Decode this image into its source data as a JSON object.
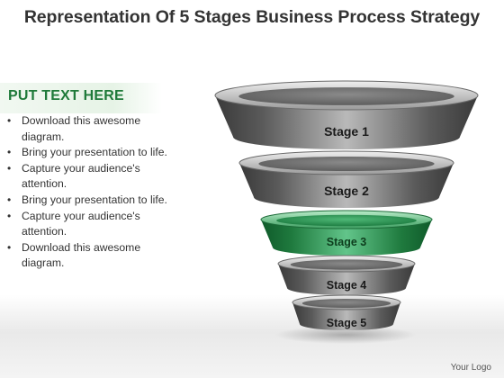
{
  "title": "Representation Of 5 Stages Business Process Strategy",
  "subheading": "PUT TEXT HERE",
  "bullets": [
    "Download this awesome diagram.",
    "Bring your presentation to life.",
    "Capture your audience's attention.",
    "Bring your presentation to life.",
    "Capture your audience's attention.",
    "Download this awesome diagram."
  ],
  "stages": [
    {
      "label": "Stage 1",
      "color": "#6b6b6b",
      "highlighted": false
    },
    {
      "label": "Stage 2",
      "color": "#6b6b6b",
      "highlighted": false
    },
    {
      "label": "Stage 3",
      "color": "#2e9a55",
      "highlighted": true
    },
    {
      "label": "Stage 4",
      "color": "#6b6b6b",
      "highlighted": false
    },
    {
      "label": "Stage 5",
      "color": "#6b6b6b",
      "highlighted": false
    }
  ],
  "logo": "Your Logo",
  "colors": {
    "heading_green": "#1f7a3a",
    "accent_green": "#2e9a55",
    "ring_gray": "#6b6b6b"
  }
}
